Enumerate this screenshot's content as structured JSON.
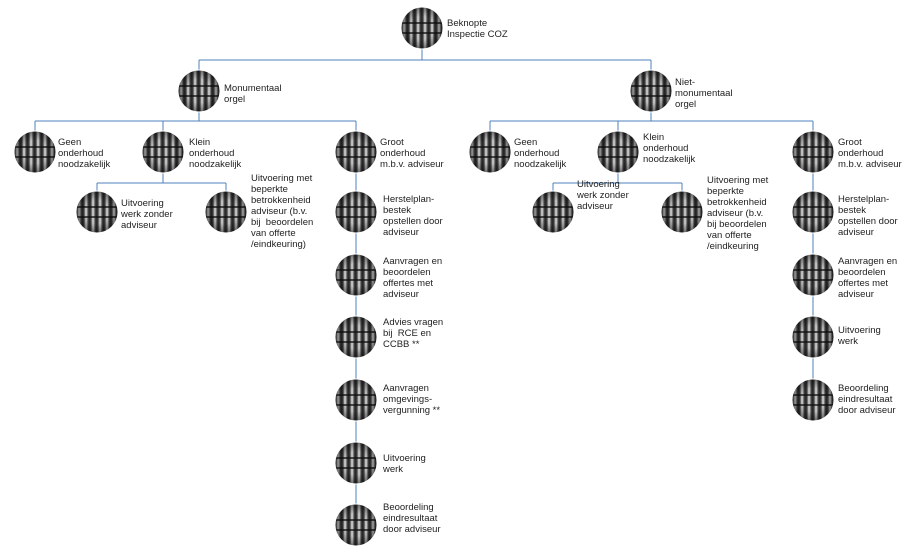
{
  "colors": {
    "connector": "#4f81bd",
    "node_dark": "#222222",
    "node_light": "#d0d0d0",
    "text": "#222222"
  },
  "icon": "organ-pipes-icon",
  "nodes": {
    "root": "Beknopte\nInspectie COZ",
    "mon": "Monumentaal\norgel",
    "niet": "Niet-\nmonumentaal\norgel",
    "m_geen": "Geen\nonderhoud\nnoodzakelijk",
    "m_klein": "Klein\nonderhoud\nnoodzakelijk",
    "m_groot": "Groot\nonderhoud\nm.b.v. adviseur",
    "m_uitv_zonder": "Uitvoering\nwerk zonder\nadviseur",
    "m_uitv_beperkt": "Uitvoering met\nbeperkte\nbetrokkenheid\nadviseur (b.v.\nbij  beoordelen\nvan offerte\n/eindkeuring)",
    "m_herstel": "Herstelplan-\nbestek\nopstellen door\nadviseur",
    "m_aanvr_off": "Aanvragen en\nbeoordelen\noffertes met\nadviseur",
    "m_advies": "Advies vragen\nbij  RCE en\nCCBB **",
    "m_vergunning": "Aanvragen\nomgevings-\nvergunning **",
    "m_uitv_werk": "Uitvoering\nwerk",
    "m_beoord": "Beoordeling\neindresultaat\ndoor adviseur",
    "n_geen": "Geen\nonderhoud\nnoodzakelijk",
    "n_klein": "Klein\nonderhoud\nnoodzakelijk",
    "n_groot": "Groot\nonderhoud\nm.b.v. adviseur",
    "n_uitv_zonder": "Uitvoering\nwerk zonder\nadviseur",
    "n_uitv_beperkt": "Uitvoering met\nbeperkte\nbetrokkenheid\nadviseur (b.v.\nbij beoordelen\nvan offerte\n/eindkeuring",
    "n_herstel": "Herstelplan-\nbestek\nopstellen door\nadviseur",
    "n_aanvr_off": "Aanvragen en\nbeoordelen\noffertes met\nadviseur",
    "n_uitv_werk": "Uitvoering\nwerk",
    "n_beoord": "Beoordeling\neindresultaat\ndoor adviseur"
  }
}
